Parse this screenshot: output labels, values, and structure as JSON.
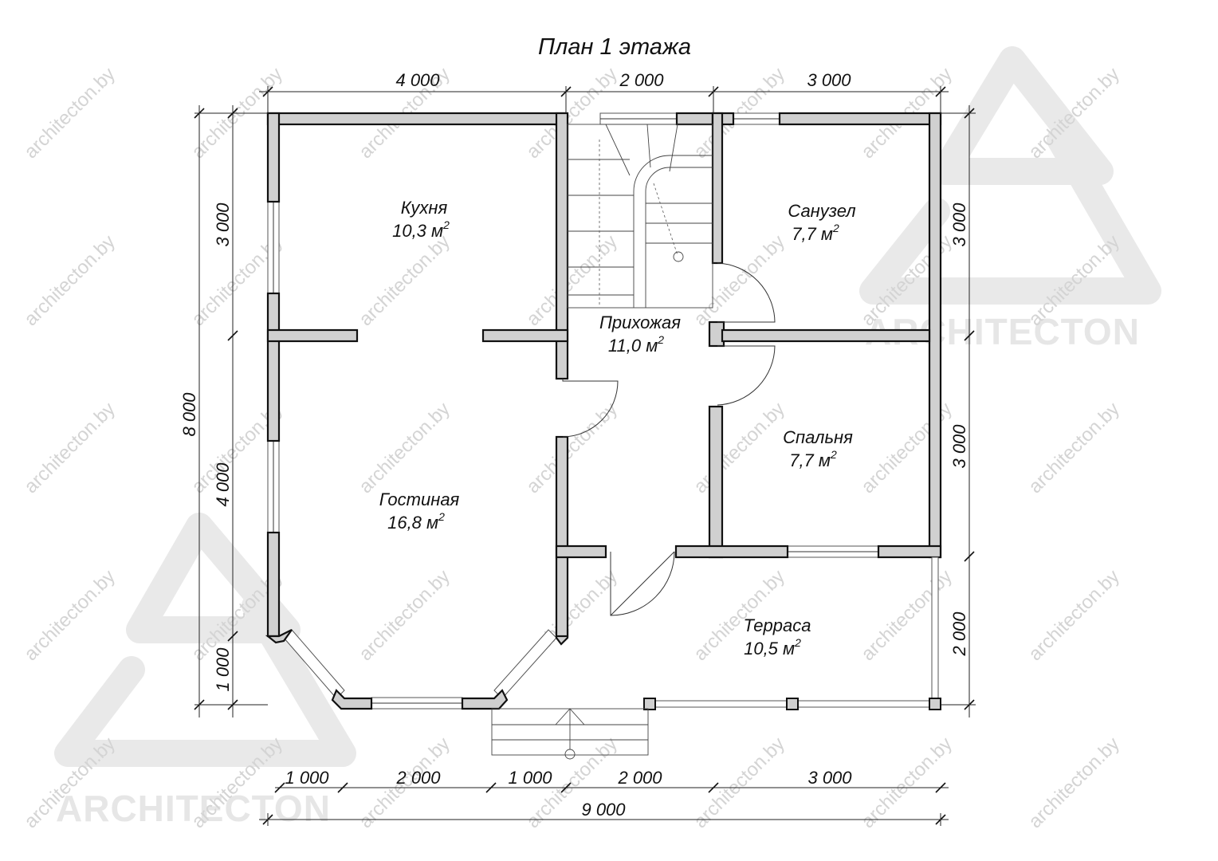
{
  "title": "План 1 этажа",
  "watermark": {
    "site": "architecton.by",
    "brand": "ARCHITECTON"
  },
  "rooms": [
    {
      "name": "Кухня",
      "area": "10,3 м",
      "sup": "2"
    },
    {
      "name": "Санузел",
      "area": "7,7 м",
      "sup": "2"
    },
    {
      "name": "Прихожая",
      "area": "11,0 м",
      "sup": "2"
    },
    {
      "name": "Спальня",
      "area": "7,7 м",
      "sup": "2"
    },
    {
      "name": "Гостиная",
      "area": "16,8 м",
      "sup": "2"
    },
    {
      "name": "Терраса",
      "area": "10,5 м",
      "sup": "2"
    }
  ],
  "dimensions": {
    "top": [
      "4 000",
      "2 000",
      "3 000"
    ],
    "bottom_segments": [
      "1 000",
      "2 000",
      "1 000",
      "2 000",
      "3 000"
    ],
    "bottom_total": "9 000",
    "left_total": "8 000",
    "left_segments": [
      "3 000",
      "4 000",
      "1 000"
    ],
    "right_segments": [
      "3 000",
      "3 000",
      "2 000"
    ]
  }
}
